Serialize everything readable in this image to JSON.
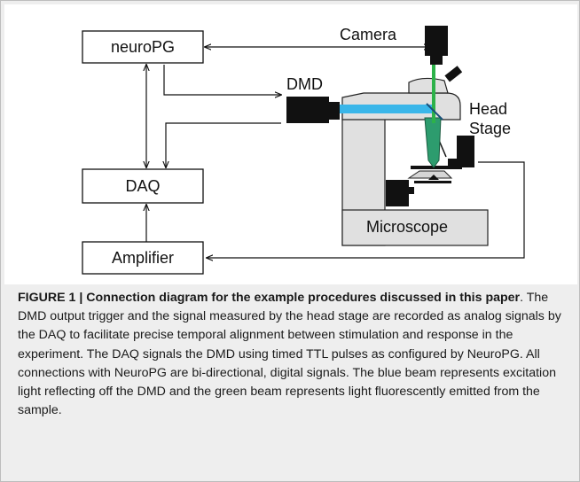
{
  "diagram": {
    "boxes": {
      "neuropg": "neuroPG",
      "daq": "DAQ",
      "amplifier": "Amplifier"
    },
    "labels": {
      "camera": "Camera",
      "dmd": "DMD",
      "head_stage_line1": "Head",
      "head_stage_line2": "Stage",
      "microscope": "Microscope"
    },
    "colors": {
      "excitation_beam": "#3ab6e9",
      "emission_beam": "#2db24a",
      "microscope_body": "#e0e0e0",
      "panel_background": "#eeeeee"
    }
  },
  "caption": {
    "title": "FIGURE 1 | Connection diagram for the example procedures discussed in this paper",
    "body": ". The DMD output trigger and the signal measured by the head stage are recorded as analog signals by the DAQ to facilitate precise temporal alignment between stimulation and response in the experiment. The DAQ signals the DMD using timed TTL pulses as configured by NeuroPG. All connections with NeuroPG are bi-directional, digital signals. The blue beam represents excitation light reflecting off the DMD and the green beam represents light fluorescently emitted from the sample."
  }
}
